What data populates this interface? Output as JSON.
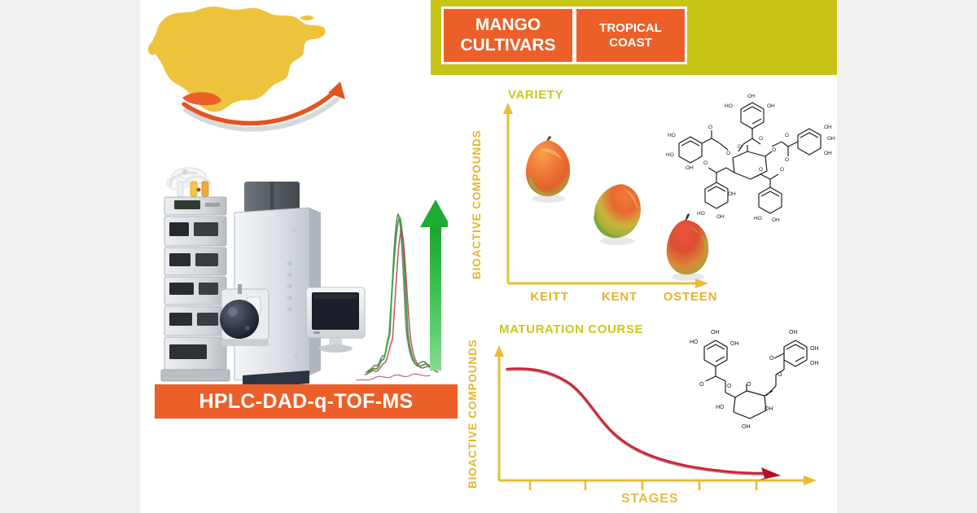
{
  "page": {
    "kind": "graphical-abstract",
    "background": "#f1f1f1",
    "canvas_background": "#ffffff"
  },
  "colors": {
    "banner_olive": "#c6c414",
    "chip_orange": "#ec5f28",
    "axis_gold": "#e8bc33",
    "title_olive": "#c9c918",
    "curve_red": "#c8102e",
    "map_yellow": "#eec33c",
    "arrow_green": "#1faa31",
    "white": "#ffffff"
  },
  "header": {
    "title": "BIOACTIVE COMPOUNDS",
    "title_lines": [
      "BIOACTIVE",
      "COMPOUNDS"
    ],
    "chips": [
      {
        "name": "mango-cultivars",
        "lines": [
          "MANGO",
          "CULTIVARS"
        ],
        "text": "MANGO CULTIVARS"
      },
      {
        "name": "tropical-coast",
        "lines": [
          "TROPICAL",
          "COAST"
        ],
        "text": "TROPICAL COAST"
      }
    ]
  },
  "map": {
    "region_name": "Iberian Peninsula",
    "highlight_name": "Tropical Coast",
    "arrow": "curved-arrow-to-mango-cultivars"
  },
  "instrument": {
    "label": "HPLC-DAD-q-TOF-MS",
    "parts": [
      "hplc-module-stack",
      "mass-spectrometer",
      "computer-monitor",
      "chromatogram-trace",
      "green-up-arrow"
    ]
  },
  "chart_data": [
    {
      "type": "scatter",
      "name": "variety-chart",
      "title": "VARIETY",
      "xlabel": "",
      "ylabel": "BIOACTIVE COMPOUNDS",
      "categories": [
        "KEITT",
        "KENT",
        "OSTEEN"
      ],
      "values": [
        0.82,
        0.58,
        0.33
      ],
      "marker": "mango-fruit-image",
      "ylim": [
        0,
        1
      ],
      "grid": false,
      "legend": false,
      "annotation": "pentagalloyl-glucose-structure",
      "axis_color": "#e8bc33",
      "note": "Bioactive compound content decreases from Keitt to Kent to Osteen"
    },
    {
      "type": "line",
      "name": "maturation-chart",
      "title": "MATURATION COURSE",
      "xlabel": "STAGES",
      "ylabel": "BIOACTIVE COMPOUNDS",
      "x": [
        0,
        1,
        2,
        3,
        4,
        5
      ],
      "values": [
        0.92,
        0.9,
        0.74,
        0.42,
        0.2,
        0.1
      ],
      "xticks": [
        "",
        "",
        "",
        "",
        ""
      ],
      "tick_count": 5,
      "ylim": [
        0,
        1
      ],
      "grid": false,
      "legend": false,
      "series_color": "#c8102e",
      "annotation": "digalloyl-glucose-structure",
      "axis_color": "#e8bc33",
      "note": "Sigmoid decline of bioactive compounds across maturation stages"
    }
  ],
  "chemistry": {
    "structures": [
      {
        "name": "pentagalloyl-glucose",
        "labels": [
          "OH",
          "HO",
          "O"
        ]
      },
      {
        "name": "digalloyl-glucose",
        "labels": [
          "OH",
          "HO",
          "O"
        ]
      }
    ]
  }
}
